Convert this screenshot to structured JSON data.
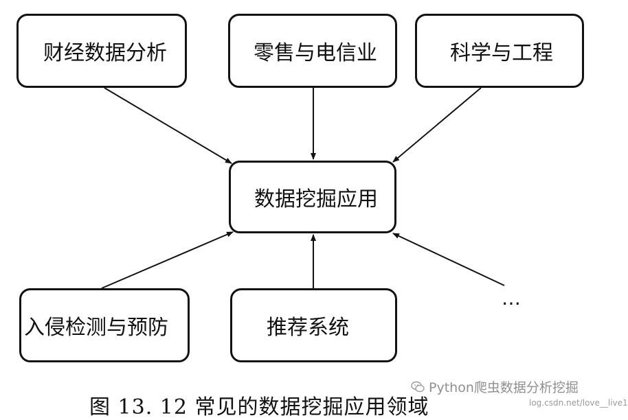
{
  "diagram": {
    "center": "数据挖掘应用",
    "top_nodes": [
      "财经数据分析",
      "零售与电信业",
      "科学与工程"
    ],
    "bottom_nodes": [
      "入侵检测与预防",
      "推荐系统"
    ],
    "ellipsis": "…",
    "caption": "图 13. 12    常见的数据挖掘应用领域"
  },
  "watermark": {
    "main": "Python爬虫数据分析挖掘",
    "sub": "log.csdn.net/love__live1",
    "icon": "wechat-icon"
  }
}
